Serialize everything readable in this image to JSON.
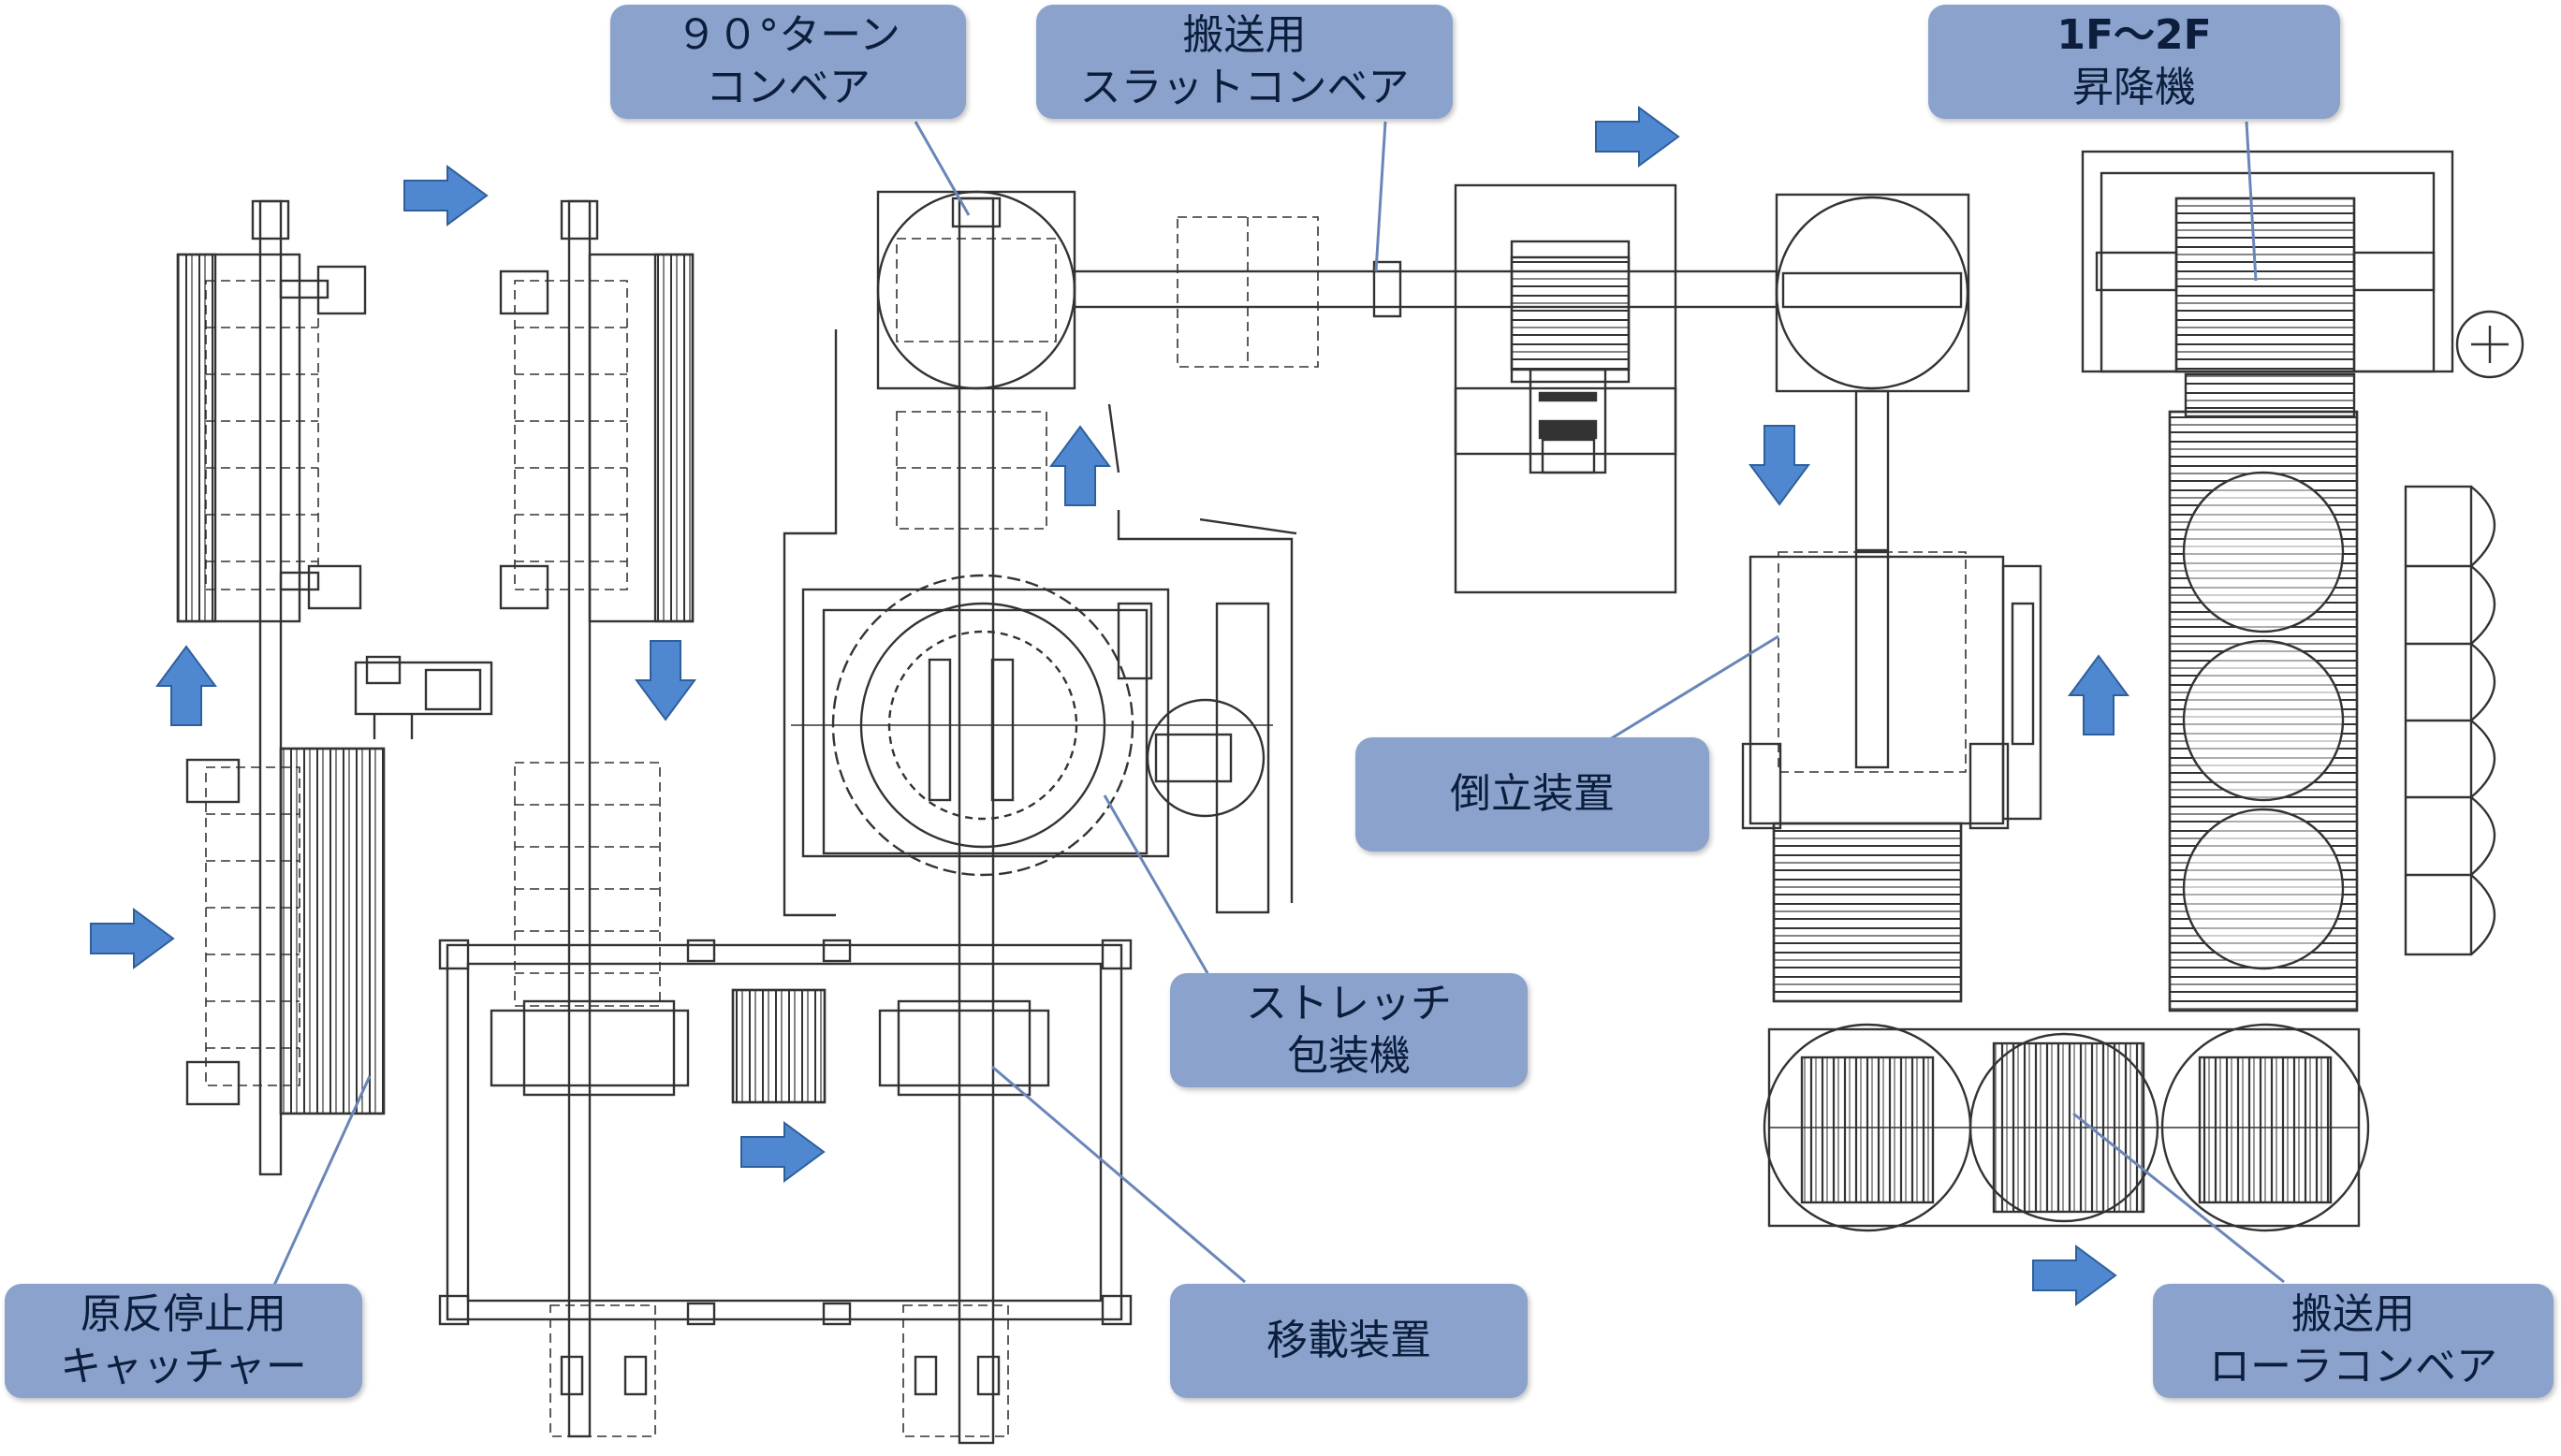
{
  "labels": {
    "turn_conveyor": {
      "l1": "９０°ターン",
      "l2": "コンベア"
    },
    "slat_conveyor": {
      "l1": "搬送用",
      "l2": "スラットコンベア"
    },
    "lifter": {
      "l1": "1F～2F",
      "l2": "昇降機"
    },
    "upender": {
      "l1": "倒立装置"
    },
    "stretch_wrapper": {
      "l1": "ストレッチ",
      "l2": "包装機"
    },
    "transfer": {
      "l1": "移載装置"
    },
    "catcher": {
      "l1": "原反停止用",
      "l2": "キャッチャー"
    },
    "roller_conveyor": {
      "l1": "搬送用",
      "l2": "ローラコンベア"
    }
  },
  "colors": {
    "callout": "#8aa2cc",
    "arrow": "#4f88d0",
    "line": "#333333"
  }
}
